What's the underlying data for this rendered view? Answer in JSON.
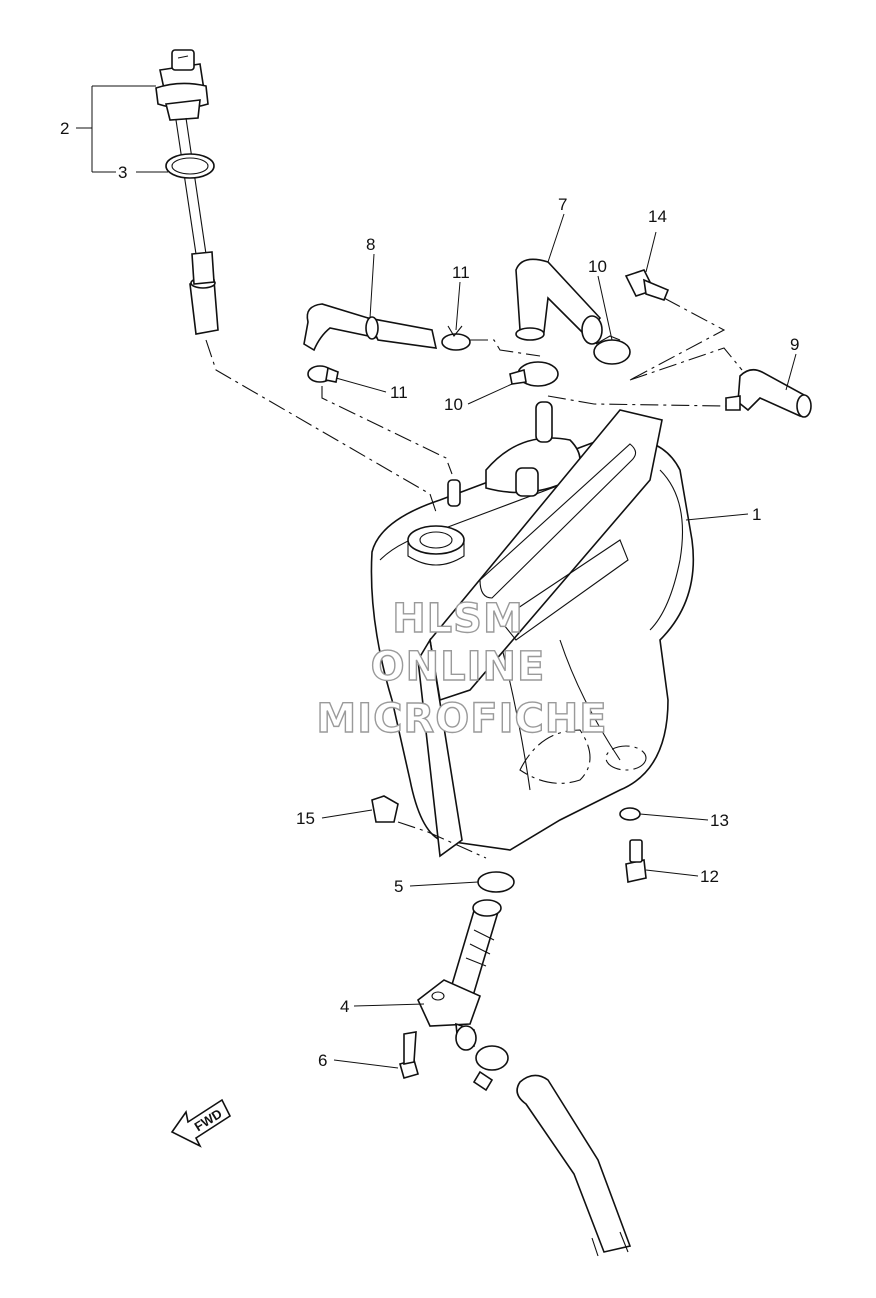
{
  "callouts": [
    {
      "id": "1",
      "label": "1"
    },
    {
      "id": "2",
      "label": "2"
    },
    {
      "id": "3",
      "label": "3"
    },
    {
      "id": "4",
      "label": "4"
    },
    {
      "id": "5",
      "label": "5"
    },
    {
      "id": "6",
      "label": "6"
    },
    {
      "id": "7",
      "label": "7"
    },
    {
      "id": "8",
      "label": "8"
    },
    {
      "id": "9",
      "label": "9"
    },
    {
      "id": "10a",
      "label": "10"
    },
    {
      "id": "10b",
      "label": "10"
    },
    {
      "id": "11a",
      "label": "11"
    },
    {
      "id": "11b",
      "label": "11"
    },
    {
      "id": "12",
      "label": "12"
    },
    {
      "id": "13",
      "label": "13"
    },
    {
      "id": "14",
      "label": "14"
    },
    {
      "id": "15",
      "label": "15"
    }
  ],
  "watermark": {
    "line1": "HLSM",
    "line2": "ONLINE",
    "line3": "MICROFICHE"
  },
  "direction_arrow": {
    "label": "FWD",
    "icon": "fwd-arrow-icon"
  }
}
